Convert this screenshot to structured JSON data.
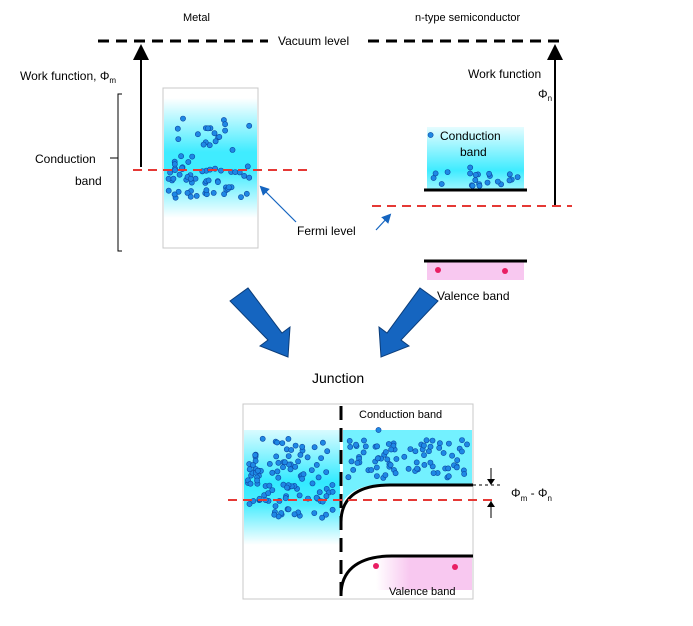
{
  "colors": {
    "electron": "#1e88e5",
    "electron_stroke": "#0d47a1",
    "hole": "#e91e63",
    "fermi": "#e53935",
    "band_glow": "#00e5ff",
    "valence_fill": "#f8c8f0",
    "arrow_blue": "#1565c0"
  },
  "labels": {
    "metal": "Metal",
    "semiconductor": "n-type semiconductor",
    "vacuum_level": "Vacuum level",
    "work_function_m_text": "Work function, ",
    "phi_m_sym": "Φ",
    "phi_m_sub": "m",
    "work_function_n_text": "Work function",
    "phi_n_sym": "Φ",
    "phi_n_sub": "n",
    "metal_conduction_line1": "Conduction",
    "metal_conduction_line2": "band",
    "semi_conduction_line1": "Conduction",
    "semi_conduction_line2": "band",
    "fermi_level": "Fermi level",
    "valence_band": "Valence band",
    "junction": "Junction",
    "junction_conduction_band": "Conduction band",
    "junction_valence_band": "Valence band",
    "barrier_phi1": "Φ",
    "barrier_sub1": "m",
    "barrier_minus": " - ",
    "barrier_phi2": "Φ",
    "barrier_sub2": "n"
  }
}
